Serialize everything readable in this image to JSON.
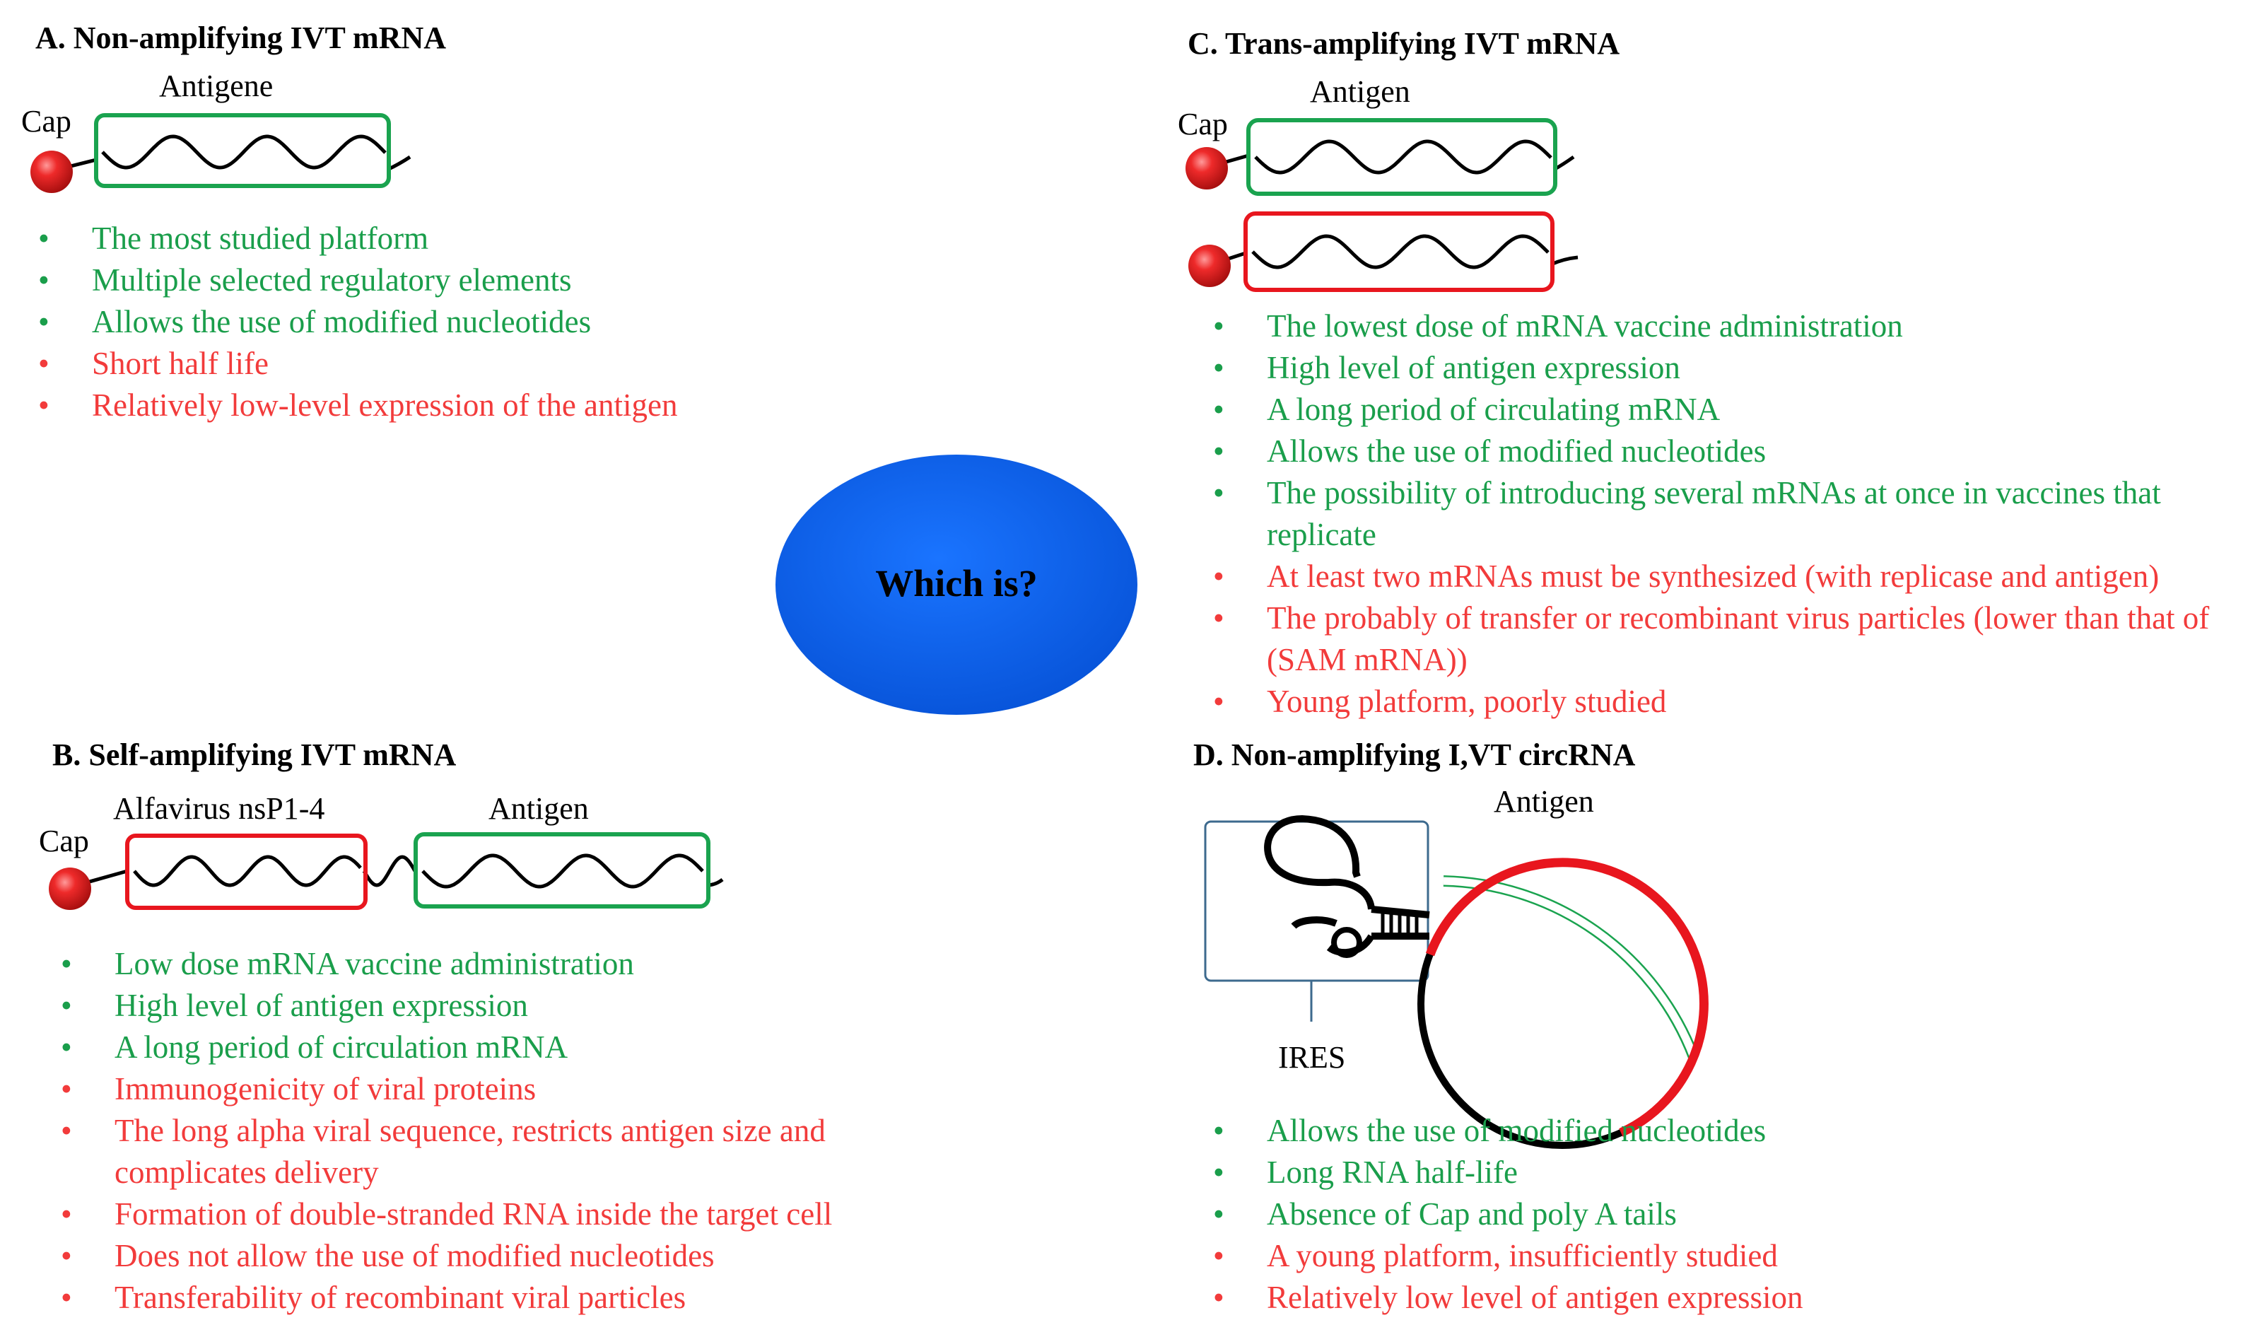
{
  "center": {
    "question": "Which is?"
  },
  "colors": {
    "advantage": "#1a9e4b",
    "disadvantage": "#f23b3b",
    "cap": "#e0141c",
    "oval": "#0a63ee",
    "coding_box_green": "#1aa34f",
    "coding_box_red": "#e8161e"
  },
  "panels": {
    "a": {
      "title": "A. Non-amplifying IVT mRNA",
      "cap_label": "Cap",
      "antigen_label": "Antigene",
      "items": [
        {
          "text": "The most studied platform",
          "kind": "advantage"
        },
        {
          "text": "Multiple  selected regulatory  elements",
          "kind": "advantage"
        },
        {
          "text": "Allows  the use of modified  nucleotides",
          "kind": "advantage"
        },
        {
          "text": "Short half life",
          "kind": "disadvantage"
        },
        {
          "text": "Relatively  low-level  expression of the antigen",
          "kind": "disadvantage"
        }
      ]
    },
    "b": {
      "title": "B. Self-amplifying IVT mRNA",
      "cap_label": "Cap",
      "replicase_label": "Alfavirus  nsP1-4",
      "antigen_label": "Antigen",
      "items": [
        {
          "text": "Low dose mRNA vaccine  administration",
          "kind": "advantage"
        },
        {
          "text": "High  level  of antigen  expression",
          "kind": "advantage"
        },
        {
          "text": "A long period of circulation  mRNA",
          "kind": "advantage"
        },
        {
          "text": "Immunogenicity  of viral  proteins",
          "kind": "disadvantage"
        },
        {
          "text": "The long alpha  viral  sequence, restricts antigen  size and complicates delivery",
          "kind": "disadvantage"
        },
        {
          "text": "Formation of double-stranded RNA inside the target cell",
          "kind": "disadvantage"
        },
        {
          "text": "Does not allow  the use of modified  nucleotides",
          "kind": "disadvantage"
        },
        {
          "text": "Transferability  of recombinant  viral  particles",
          "kind": "disadvantage"
        }
      ]
    },
    "c": {
      "title": "C. Trans-amplifying IVT mRNA",
      "cap_label": "Cap",
      "antigen_label": "Antigen",
      "items": [
        {
          "text": "The lowest dose of mRNA vaccine  administration",
          "kind": "advantage"
        },
        {
          "text": "High  level  of antigen  expression",
          "kind": "advantage"
        },
        {
          "text": "A long period of circulating  mRNA",
          "kind": "advantage"
        },
        {
          "text": "Allows  the use of modified  nucleotides",
          "kind": "advantage"
        },
        {
          "text": "The possibility  of introducing  several  mRNAs at once in vaccines that replicate",
          "kind": "advantage"
        },
        {
          "text": "At least two mRNAs must be synthesized (with  replicase and antigen)",
          "kind": "disadvantage"
        },
        {
          "text": "The probably of transfer or recombinant virus particles (lower than that of (SAM mRNA))",
          "kind": "disadvantage"
        },
        {
          "text": "Young platform, poorly studied",
          "kind": "disadvantage"
        }
      ]
    },
    "d": {
      "title": "D. Non-amplifying I,VT circRNA",
      "antigen_label": "Antigen",
      "ires_label": "IRES",
      "items": [
        {
          "text": "Allows  the use of modified  nucleotides",
          "kind": "advantage"
        },
        {
          "text": "Long RNA half-life",
          "kind": "advantage"
        },
        {
          "text": "Absence of Cap and poly A tails",
          "kind": "advantage"
        },
        {
          "text": "A young platform, insufficiently  studied",
          "kind": "disadvantage"
        },
        {
          "text": "Relatively  low level  of antigen  expression",
          "kind": "disadvantage"
        }
      ]
    }
  }
}
